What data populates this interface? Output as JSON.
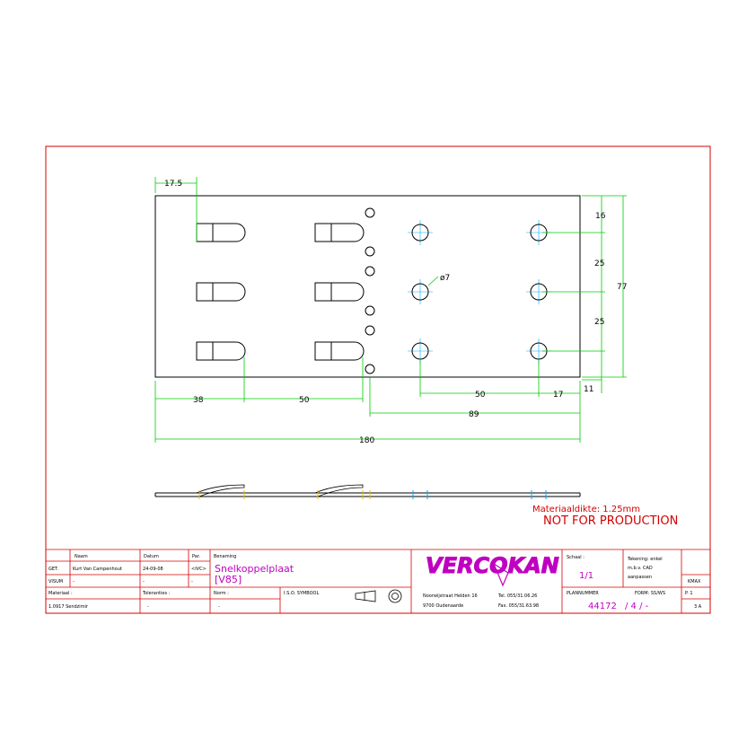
{
  "colors": {
    "frame": "#d40000",
    "dimension": "#00cc00",
    "outline": "#000000",
    "centerline": "#00aaff",
    "title": "#c000c0",
    "note": "#d40000"
  },
  "dimensions": {
    "d17_5": "17.5",
    "d38": "38",
    "d50a": "50",
    "d50b": "50",
    "d17": "17",
    "d89": "89",
    "d180": "180",
    "d16": "16",
    "d25a": "25",
    "d25b": "25",
    "d77": "77",
    "d11": "11",
    "hole": "ø7"
  },
  "notes": {
    "thickness": "Materiaaldikte: 1.25mm",
    "production": "NOT FOR PRODUCTION"
  },
  "titleblock": {
    "h_naam": "Naam",
    "h_datum": "Datum",
    "h_par": "Par.",
    "h_benaming": "Benaming",
    "get_label": "GET.",
    "get_naam": "Kurt Van Campenhout",
    "get_datum": "24-09-08",
    "get_par": "<IVC>",
    "visum_label": "VISUM",
    "visum_naam": "-",
    "visum_datum": "-",
    "visum_par": "-",
    "benaming_1": "Snelkoppelplaat",
    "benaming_2": "[V85]",
    "materiaal_label": "Materiaal :",
    "materiaal_value": "1.0917 Sendzimir",
    "toleranties_label": "Toleranties :",
    "toleranties_value": "-",
    "norm_label": "Norm :",
    "norm_value": "-",
    "iso_label": "I.S.O. SYMBOOL",
    "logo": "VERCOKAN",
    "address_1": "Noorwijstraat Helden 16",
    "address_2": "9700 Oudenaarde",
    "tel": "Tel. 055/31.06.26",
    "fax": "Fax. 055/31.63.98",
    "schaal_label": "Schaal :",
    "schaal_value": "1/1",
    "tekening_1": "Tekening: enkel",
    "tekening_2": "m.b.v. CAD",
    "tekening_3": "aanpassen",
    "kmax": "KMAX",
    "plannummer_label": "PLANNUMMER",
    "formaat_label": "FORM: SS/WS",
    "plannummer_value": "44172",
    "plannummer_rest": "/ 4 /  -",
    "blad_label": "P. 1",
    "blad_value": "3 A"
  }
}
